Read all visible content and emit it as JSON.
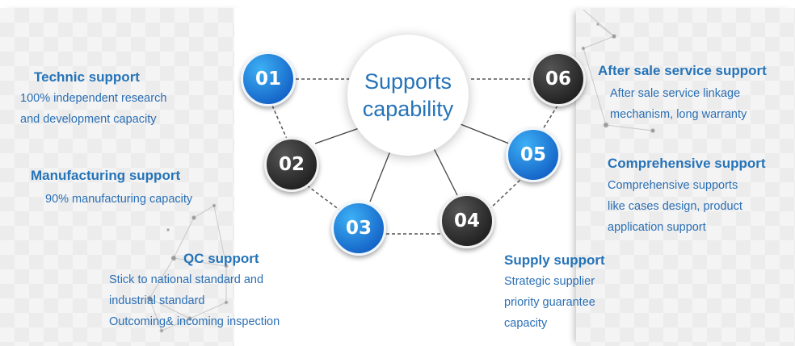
{
  "center": {
    "line1": "Supports",
    "line2": "capability"
  },
  "nodes": [
    {
      "number": "01",
      "color": "blue"
    },
    {
      "number": "02",
      "color": "dark"
    },
    {
      "number": "03",
      "color": "blue"
    },
    {
      "number": "04",
      "color": "dark"
    },
    {
      "number": "05",
      "color": "blue"
    },
    {
      "number": "06",
      "color": "dark"
    }
  ],
  "items": [
    {
      "title": "Technic support",
      "lines": [
        "100% independent research",
        "and development capacity"
      ]
    },
    {
      "title": "Manufacturing support",
      "lines": [
        "90% manufacturing capacity"
      ]
    },
    {
      "title": "QC support",
      "lines": [
        "Stick to national standard and",
        "industrial standard",
        "Outcoming& incoming inspection"
      ]
    },
    {
      "title": "Supply support",
      "lines": [
        "Strategic supplier",
        "priority guarantee",
        "capacity"
      ]
    },
    {
      "title": "Comprehensive support",
      "lines": [
        "Comprehensive supports",
        "like cases design, product",
        "application support"
      ]
    },
    {
      "title": "After sale service support",
      "lines": [
        "After sale service linkage",
        "mechanism, long warranty"
      ]
    }
  ],
  "colors": {
    "blue_accent": "#2573b8",
    "node_blue": "#1a7bd8",
    "node_dark": "#2b2b2b"
  }
}
